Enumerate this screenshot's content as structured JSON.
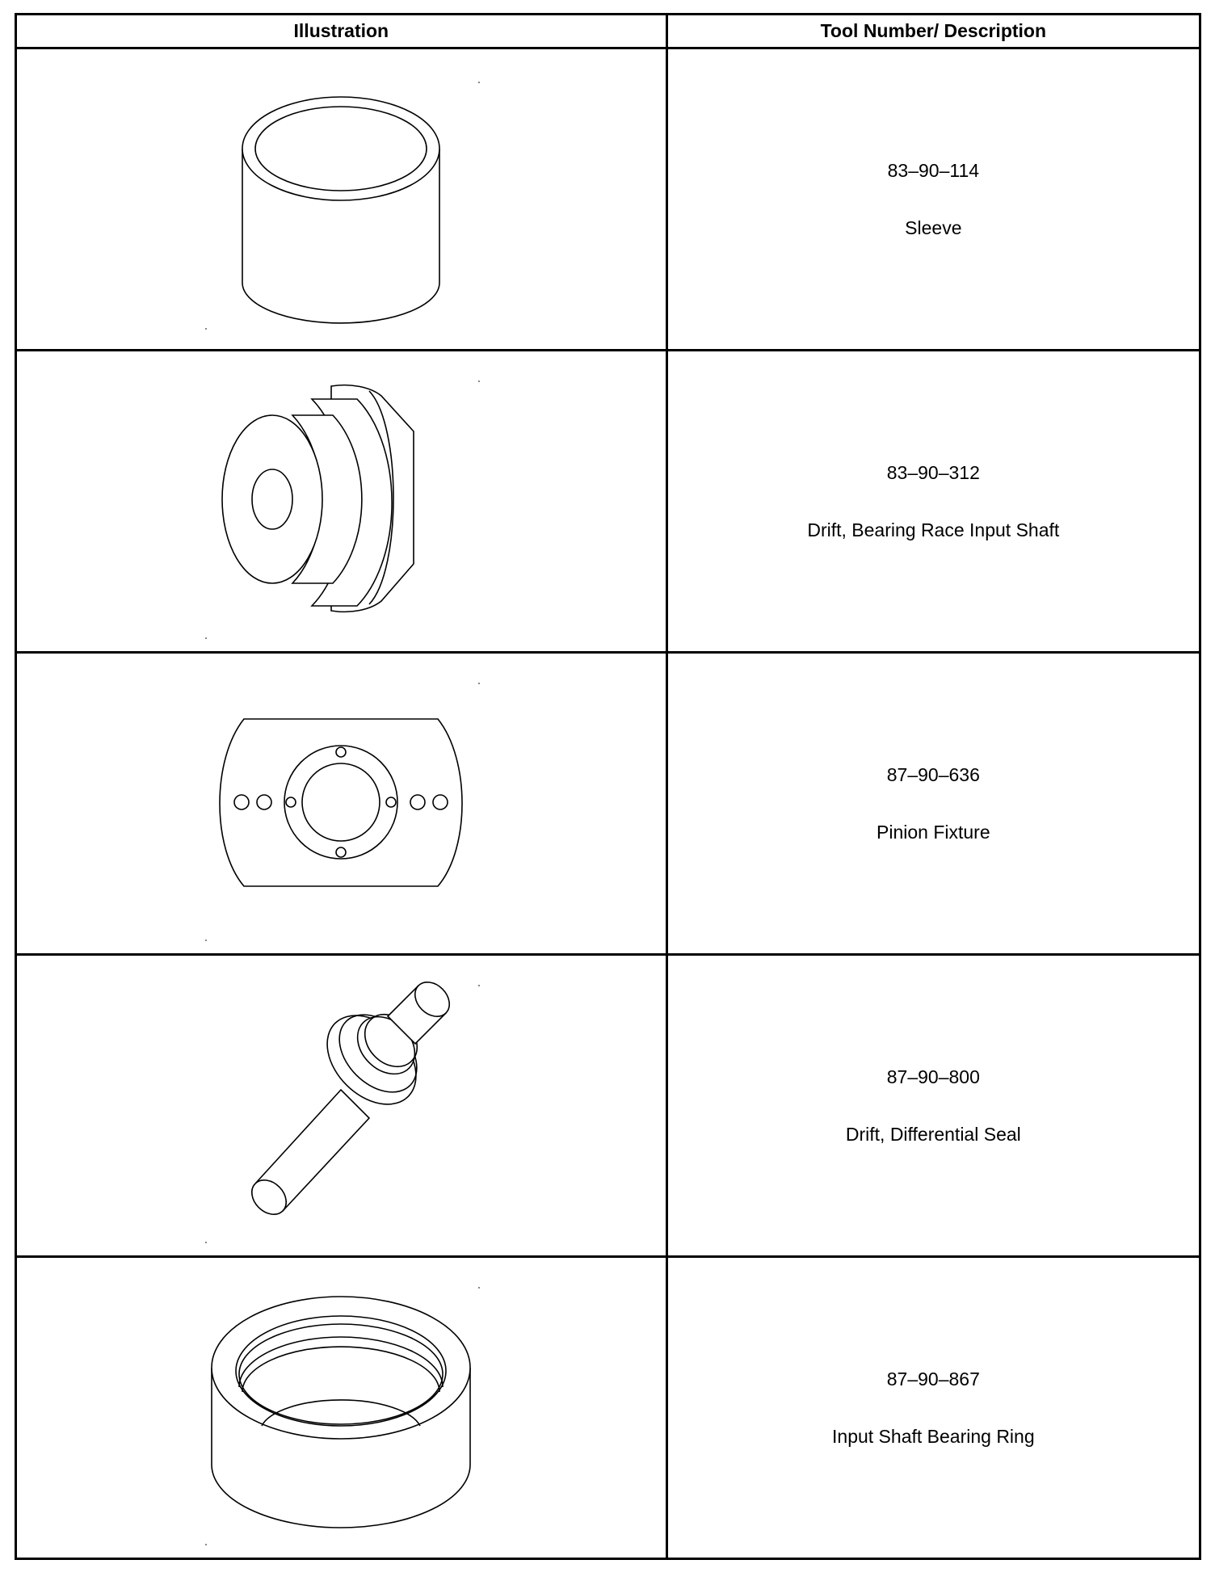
{
  "table": {
    "headers": {
      "illustration": "Illustration",
      "description": "Tool Number/ Description"
    },
    "rows": [
      {
        "tool_number": "83–90–114",
        "description": "Sleeve",
        "icon": "sleeve-icon"
      },
      {
        "tool_number": "83–90–312",
        "description": "Drift, Bearing Race Input Shaft",
        "icon": "bearing-race-drift-icon"
      },
      {
        "tool_number": "87–90–636",
        "description": "Pinion Fixture",
        "icon": "pinion-fixture-icon"
      },
      {
        "tool_number": "87–90–800",
        "description": "Drift, Differential Seal",
        "icon": "differential-seal-drift-icon"
      },
      {
        "tool_number": "87–90–867",
        "description": "Input Shaft Bearing Ring",
        "icon": "bearing-ring-icon"
      }
    ]
  }
}
